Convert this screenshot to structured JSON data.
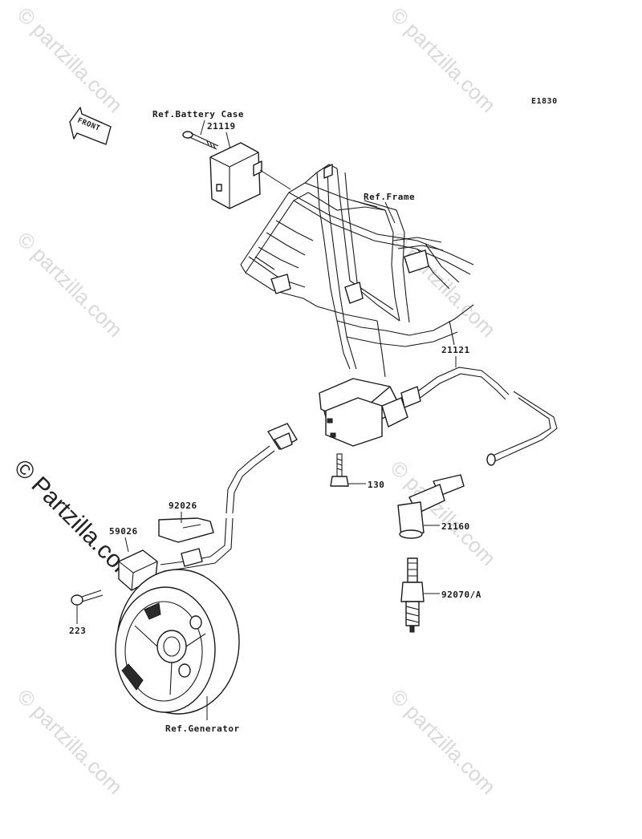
{
  "diagram_code": "E1830",
  "front_arrow": "FRONT",
  "watermarks": {
    "small": "© partzilla.com",
    "large": "© Partzilla.com"
  },
  "labels": {
    "battery_case": "Ref.Battery Case",
    "p21119": "21119",
    "frame": "Ref.Frame",
    "p21121": "21121",
    "p130": "130",
    "p21160": "21160",
    "p92070": "92070/A",
    "p92026": "92026",
    "p59026": "59026",
    "p223": "223",
    "generator": "Ref.Generator"
  }
}
